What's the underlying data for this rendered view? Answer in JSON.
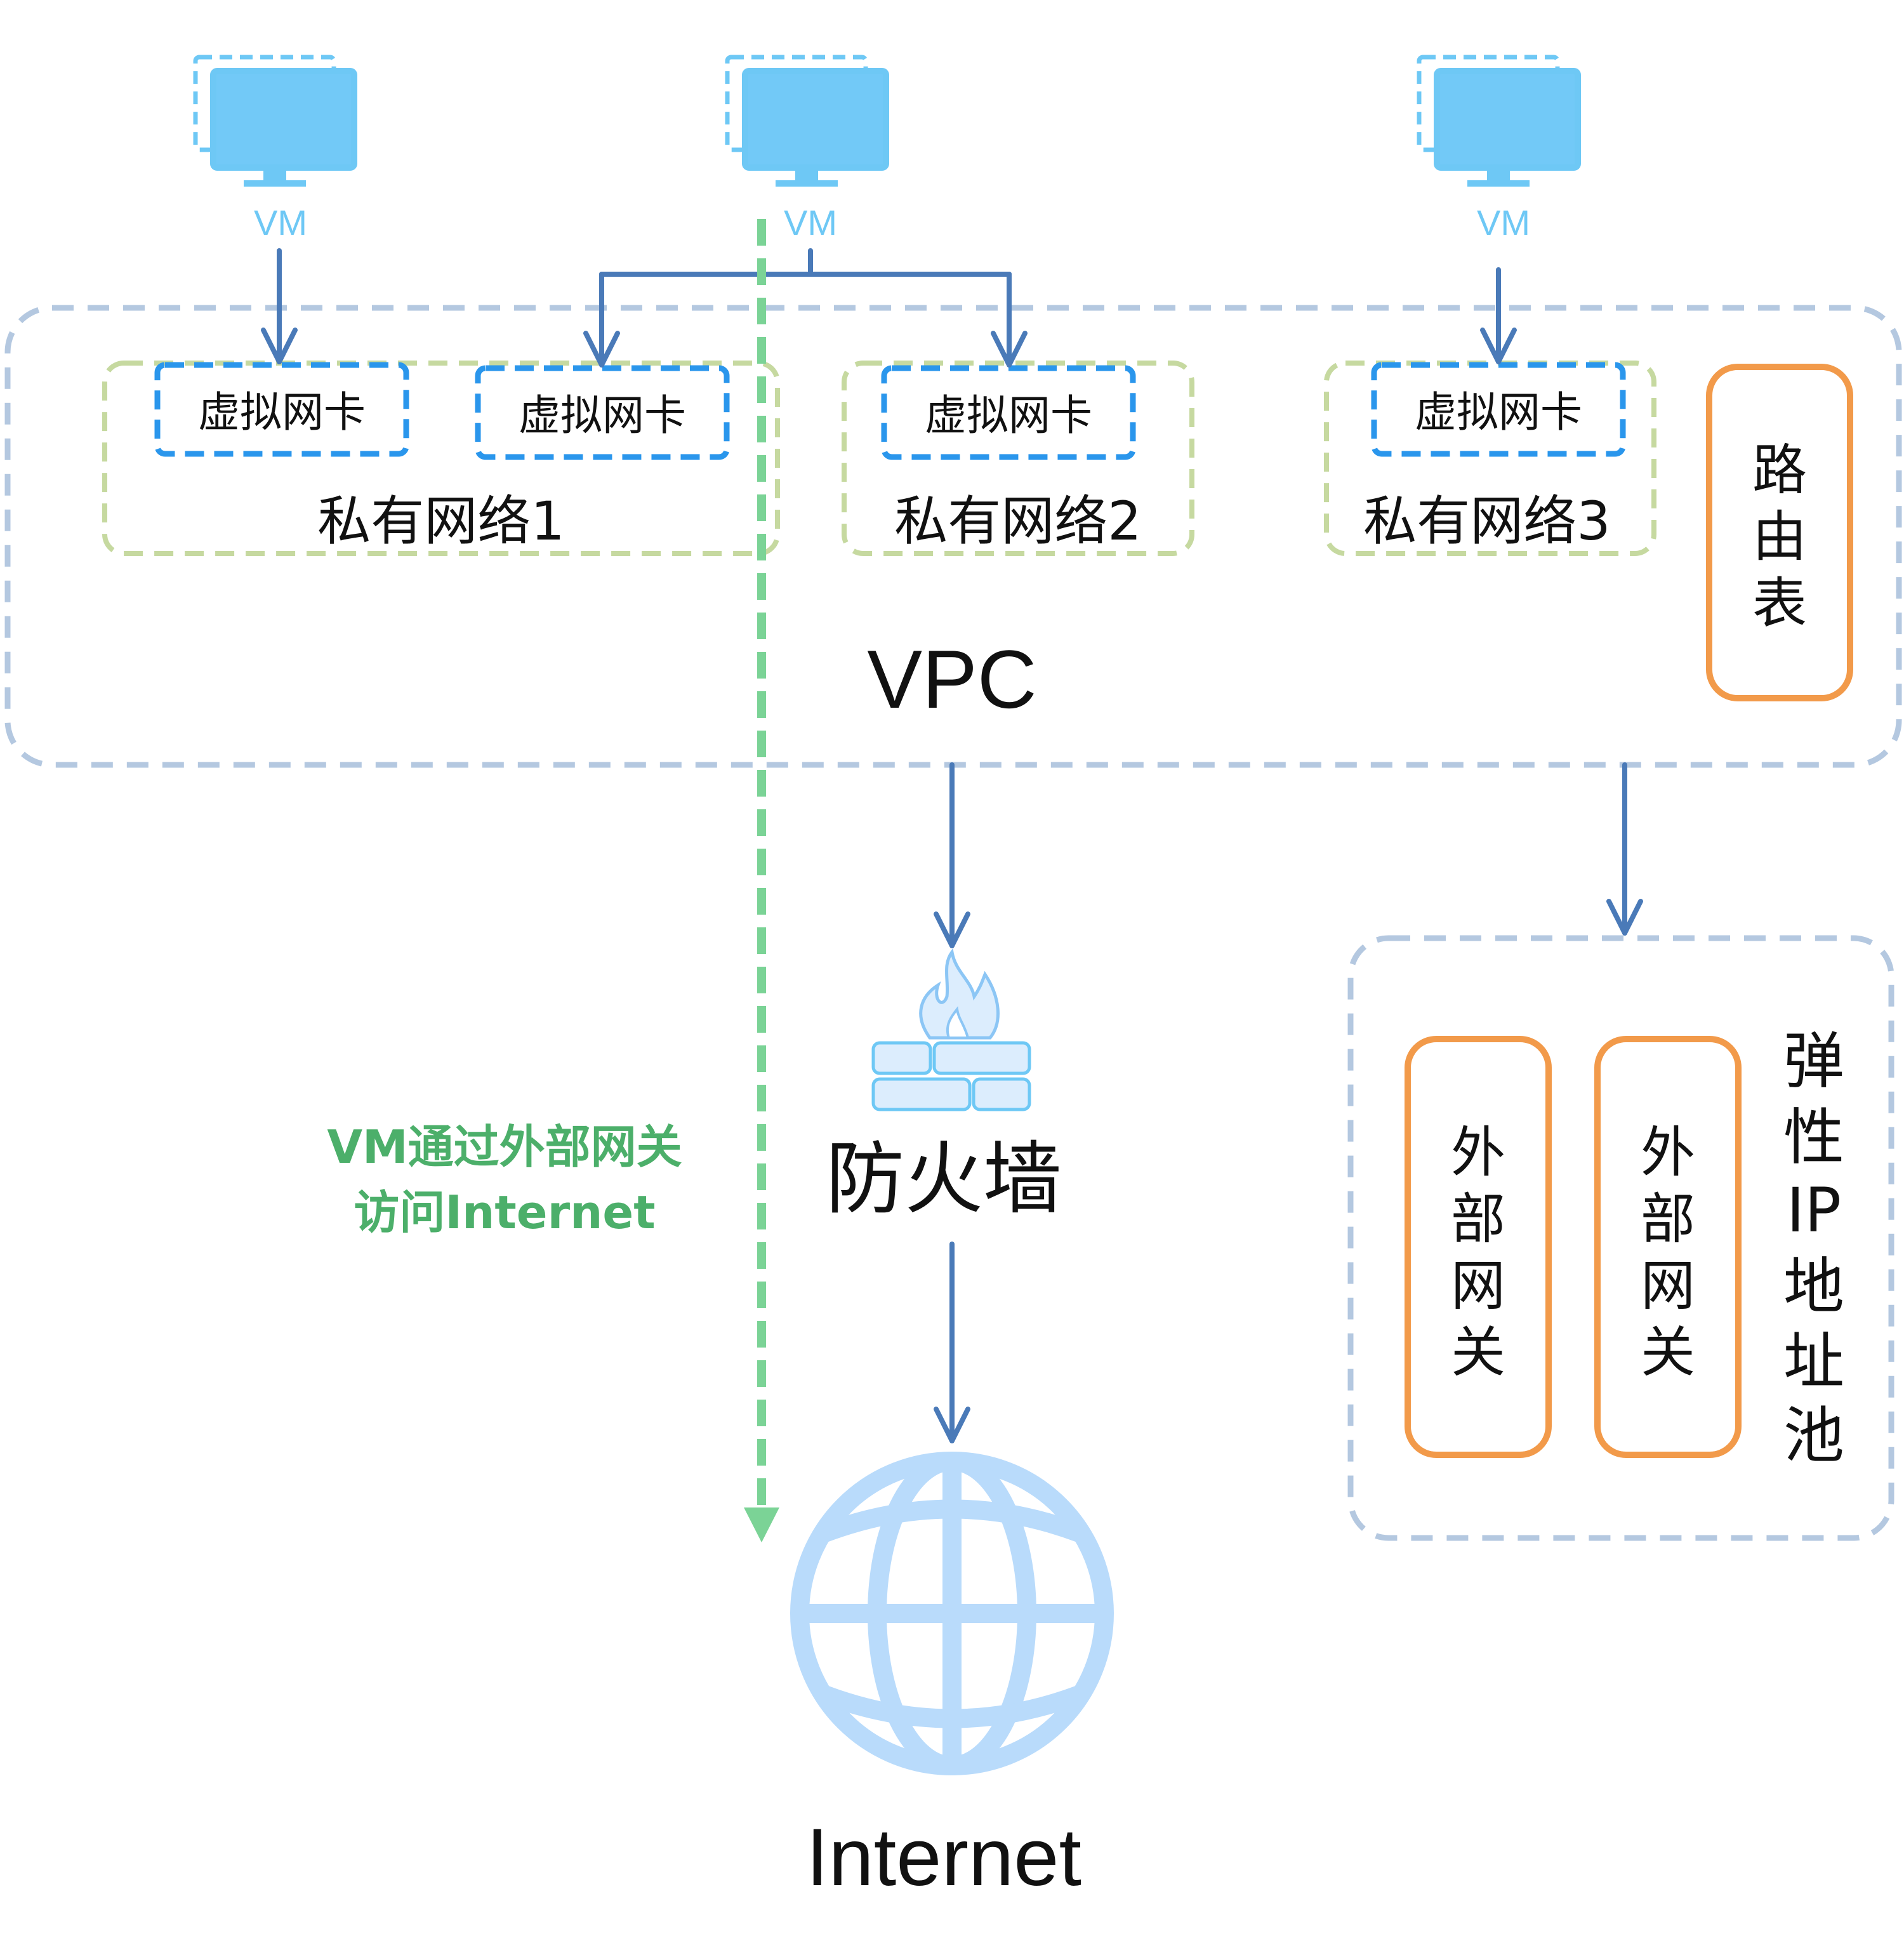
{
  "colors": {
    "vm": "#6ec8f5",
    "nic": "#2a96ec",
    "subnet": "#c6d9a0",
    "vpc": "#b4c8e0",
    "arrow": "#4a7ab8",
    "route": "#f29a4a",
    "green": "#4caf6a",
    "greenline": "#7bd396",
    "globe": "#b9dbfb",
    "fire": "#b9dbfb"
  },
  "vms": [
    {
      "label": "VM"
    },
    {
      "label": "VM"
    },
    {
      "label": "VM"
    }
  ],
  "nics": [
    {
      "label": "虚拟网卡"
    },
    {
      "label": "虚拟网卡"
    },
    {
      "label": "虚拟网卡"
    },
    {
      "label": "虚拟网卡"
    }
  ],
  "subnets": [
    {
      "label": "私有网络1"
    },
    {
      "label": "私有网络2"
    },
    {
      "label": "私有网络3"
    }
  ],
  "vpc": {
    "label": "VPC"
  },
  "route_table": {
    "label": [
      "路",
      "由",
      "表"
    ]
  },
  "firewall": {
    "label": "防火墙"
  },
  "internet": {
    "label": "Internet"
  },
  "note": {
    "line1": "VM通过外部网关",
    "line2": "访问Internet"
  },
  "gateways": [
    {
      "label": [
        "外",
        "部",
        "网",
        "关"
      ]
    },
    {
      "label": [
        "外",
        "部",
        "网",
        "关"
      ]
    }
  ],
  "eip_pool": {
    "label": [
      "弹",
      "性",
      "IP",
      "地",
      "址",
      "池"
    ]
  }
}
